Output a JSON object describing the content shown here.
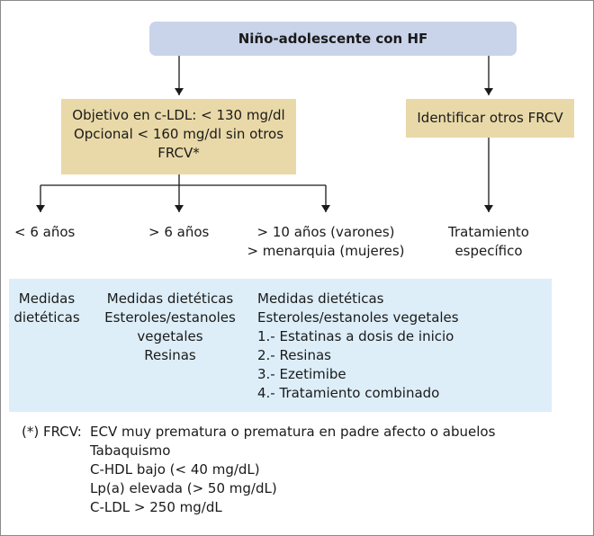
{
  "top_box": "Niño-adolescente con HF",
  "objective_box": [
    "Objetivo en c-LDL: < 130 mg/dl",
    "Opcional < 160 mg/dl sin otros",
    "FRCV*"
  ],
  "frcv_box": "Identificar otros FRCV",
  "branches": {
    "lt6": "< 6 años",
    "gt6": "> 6 años",
    "gt10": [
      "> 10 años (varones)",
      "> menarquia (mujeres)"
    ],
    "treatment": [
      "Tratamiento",
      "específico"
    ]
  },
  "measures": {
    "col1": [
      "Medidas",
      "dietéticas"
    ],
    "col2": [
      "Medidas dietéticas",
      "Esteroles/estanoles",
      "vegetales",
      "Resinas"
    ],
    "col3": [
      "Medidas dietéticas",
      "Esteroles/estanoles vegetales",
      "1.- Estatinas a dosis de inicio",
      "2.- Resinas",
      "3.- Ezetimibe",
      "4.- Tratamiento combinado"
    ]
  },
  "footnote": {
    "label": "(*) FRCV:",
    "items": [
      "ECV muy prematura o prematura en padre afecto o abuelos",
      "Tabaquismo",
      "C-HDL bajo (< 40 mg/dL)",
      "Lp(a) elevada (> 50 mg/dL)",
      "C-LDL > 250 mg/dL"
    ]
  },
  "colors": {
    "top_box": "#c9d4ea",
    "yellow_box": "#e9d9a8",
    "panel": "#ddeef9",
    "lines": "#1a1a1a"
  }
}
